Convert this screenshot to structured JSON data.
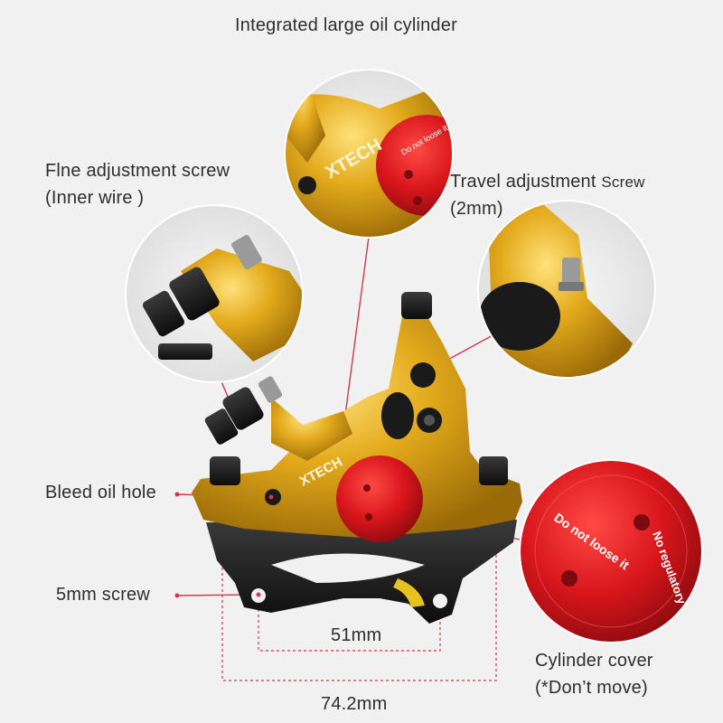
{
  "labels": {
    "integrated_cylinder": "Integrated large oil cylinder",
    "fine_adjust_line1": "Flne adjustment screw",
    "fine_adjust_line2": "(Inner wire )",
    "travel_adjust_line1_a": "Travel adjustment",
    "travel_adjust_line1_b": "Screw",
    "travel_adjust_line2": "(2mm)",
    "bleed_hole": "Bleed oil hole",
    "screw_5mm": "5mm screw",
    "cylinder_cover_line1": "Cylinder cover",
    "cylinder_cover_line2": "(*Don’t move)"
  },
  "dimensions": {
    "inner": "51mm",
    "outer": "74.2mm"
  },
  "product": {
    "brand_mark": "XTECH",
    "cap_text_top": "Do not loose it",
    "cap_text_ring": "No regulatory function"
  },
  "colors": {
    "background": "#f1f1f1",
    "gold": "#e0a81a",
    "red": "#d8161c",
    "leader_line": "#d2374a",
    "black": "#1a1a1a"
  }
}
